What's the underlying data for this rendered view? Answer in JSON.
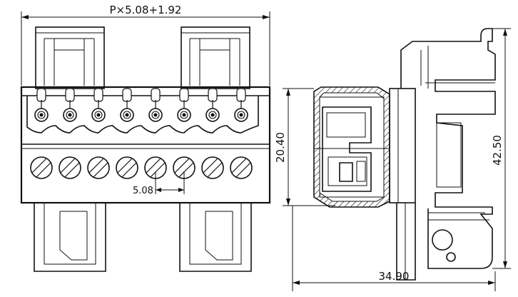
{
  "dimensions": {
    "top_width": "P×5.08+1.92",
    "pitch": "5.08",
    "height_left": "20.40",
    "height_right": "42.50",
    "depth_bottom": "34.90"
  },
  "terminal_count": 8
}
